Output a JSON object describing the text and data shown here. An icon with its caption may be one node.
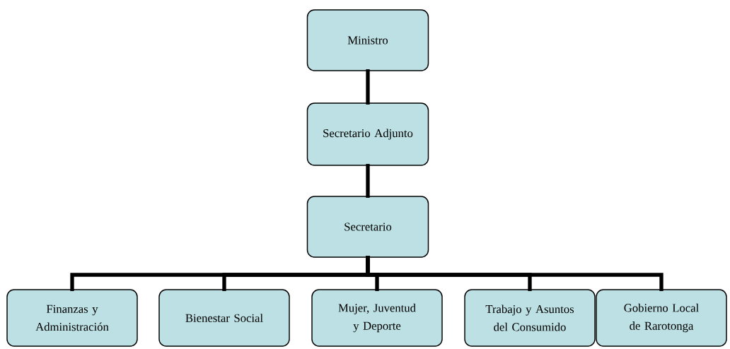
{
  "diagram": {
    "nodes": [
      {
        "text": [
          "Ministro"
        ]
      },
      {
        "text": [
          "Secretario Adjunto"
        ]
      },
      {
        "text": [
          "Secretario"
        ]
      },
      {
        "text": [
          "Finanzas y Administración"
        ]
      },
      {
        "text": [
          "Bienestar Social"
        ]
      },
      {
        "text": [
          "Mujer, Juventud y Deporte"
        ]
      },
      {
        "text": [
          "Trabajo y Asuntos del Consumido"
        ]
      },
      {
        "text": [
          "Gobierno Local de Rarotonga"
        ]
      }
    ],
    "edges": [
      {
        "from": 0,
        "to": 1,
        "arrow": "none"
      },
      {
        "from": 1,
        "to": 2,
        "arrow": "none"
      },
      {
        "from": 2,
        "to": 3,
        "arrow": "none"
      },
      {
        "from": 2,
        "to": 4,
        "arrow": "none"
      },
      {
        "from": 2,
        "to": 5,
        "arrow": "none"
      },
      {
        "from": 2,
        "to": 6,
        "arrow": "none"
      },
      {
        "from": 2,
        "to": 7,
        "arrow": "none"
      }
    ]
  }
}
